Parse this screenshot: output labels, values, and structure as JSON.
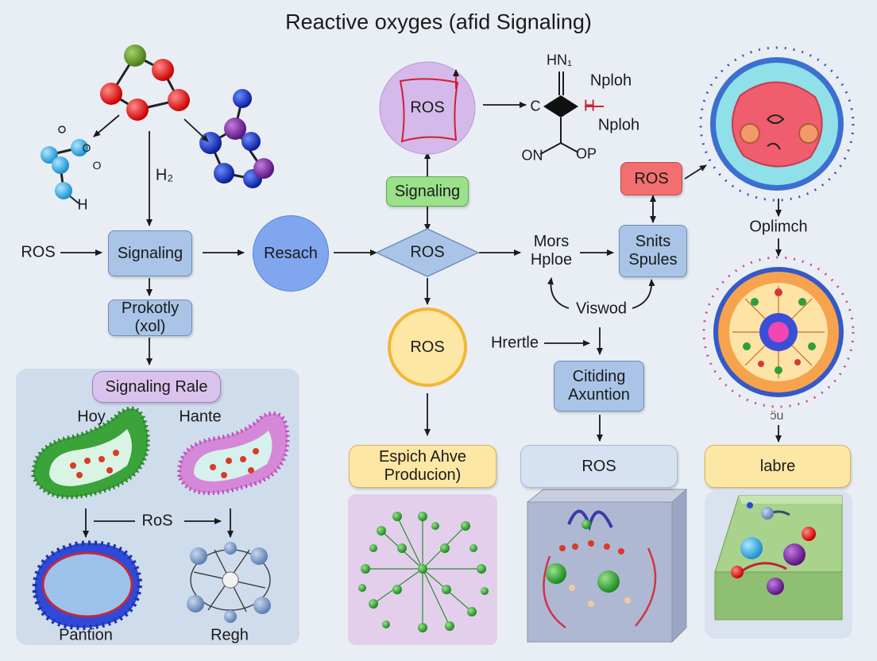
{
  "title": "Reactive oxyges (afid Signaling)",
  "left_flow": {
    "input": "ROS",
    "signaling": "Signaling",
    "prokotly": "Prokotly\n(xol)",
    "h2": "H₂",
    "h_atom": "H",
    "o_atom_1": "O",
    "o_atom_2": "O"
  },
  "middle_flow": {
    "resach": "Resach",
    "ros_square": "ROS",
    "signaling_green": "Signaling",
    "ros_diamond": "ROS",
    "ros_yellow_circle": "ROS",
    "espich_box": "Espich Ahve\nProducion)"
  },
  "molecule": {
    "top": "HN₁",
    "c_label": "C",
    "h_red": "H",
    "nploh_1": "Nploh",
    "nploh_2": "Nploh",
    "on_label": "ON",
    "op_label": "OP"
  },
  "right_flow": {
    "mors_hploe": "Mors\nHploe",
    "snits_spules": "Snits\nSpules",
    "ros_red": "ROS",
    "viswod": "Viswod",
    "hrertle": "Hrertle",
    "citiding": "Citiding\nAxuntion",
    "ros_box": "ROS",
    "oplimch": "Oplimch",
    "small_mark": "ɔ̈u",
    "labre": "labre"
  },
  "panel": {
    "heading": "Signaling Rale",
    "hoy": "Hoy",
    "hante": "Hante",
    "ros_mid": "RoS",
    "pantion": "Pantion",
    "regh": "Regh"
  },
  "colors": {
    "background": "#e9eef5",
    "arrow": "#1a1a1a",
    "box_blue": "#a9c4e6",
    "box_green": "#9be08a",
    "box_red": "#f36f6f",
    "box_yellow": "#fde7a4",
    "circle_blue": "#7fa6ee"
  }
}
